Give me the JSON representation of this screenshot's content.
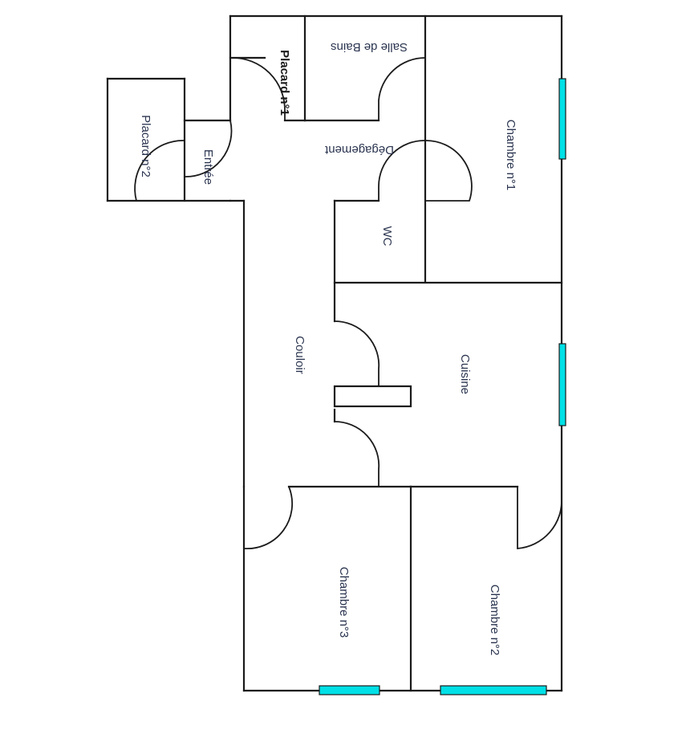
{
  "colors": {
    "wall": "#1a1a1a",
    "window": "#00e0e6",
    "label": "#2b3550"
  },
  "rooms": {
    "placard_1": "Placard n°1",
    "salle_de_bains": "Salle de Bains",
    "placard_2": "Placard n°2",
    "entree": "Entrée",
    "degagement": "Dégagement",
    "chambre_1": "Chambre n°1",
    "wc": "WC",
    "couloir": "Couloir",
    "cuisine": "Cuisine",
    "chambre_3": "Chambre n°3",
    "chambre_2": "Chambre n°2"
  }
}
